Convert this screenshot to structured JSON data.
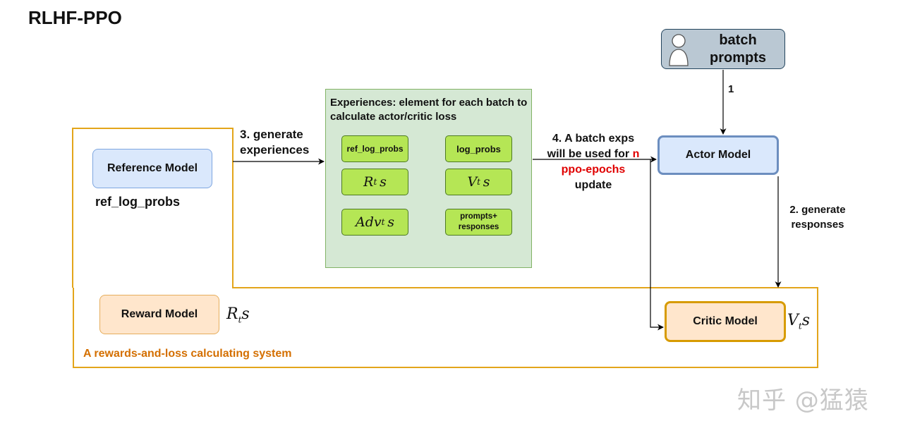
{
  "title": "RLHF-PPO",
  "colors": {
    "system_border": "#e3a51a",
    "system_label": "#d46f00",
    "highlight": "#e00000",
    "panel_fill": "#d5e8d4",
    "chip_fill": "#b5e655"
  },
  "batch_prompts": {
    "label": "batch\nprompts",
    "icon": "person-icon"
  },
  "models": {
    "reference": "Reference Model",
    "reward": "Reward Model",
    "actor": "Actor Model",
    "critic": "Critic Model"
  },
  "outputs": {
    "ref_log_probs": "ref_log_probs",
    "reward_symbol": {
      "base": "R",
      "sub": "t",
      "tail": "s"
    },
    "critic_symbol": {
      "base": "V",
      "sub": "t",
      "tail": "s"
    }
  },
  "experiences": {
    "title": "Experiences: element for each batch to calculate actor/critic loss",
    "items": {
      "ref_log_probs": "ref_log_probs",
      "log_probs": "log_probs",
      "rewards": {
        "base": "R",
        "sub": "t",
        "tail": "s"
      },
      "values": {
        "base": "V",
        "sub": "t",
        "tail": "s"
      },
      "advantages": {
        "base": "Adv",
        "sub": "t",
        "tail": "s"
      },
      "prompts_responses": "prompts+\nresponses"
    }
  },
  "steps": {
    "step1": "1",
    "step2_line1": "2. generate",
    "step2_line2": "responses",
    "step3_line1": "3. generate",
    "step3_line2": "experiences",
    "step4_line1": "4. A batch exps",
    "step4_line2_pre": "will be used for ",
    "step4_line2_n": "n",
    "step4_line3": "ppo-epochs",
    "step4_line4": "update"
  },
  "system_label": "A rewards-and-loss calculating system",
  "watermark": "知乎 @猛猿"
}
